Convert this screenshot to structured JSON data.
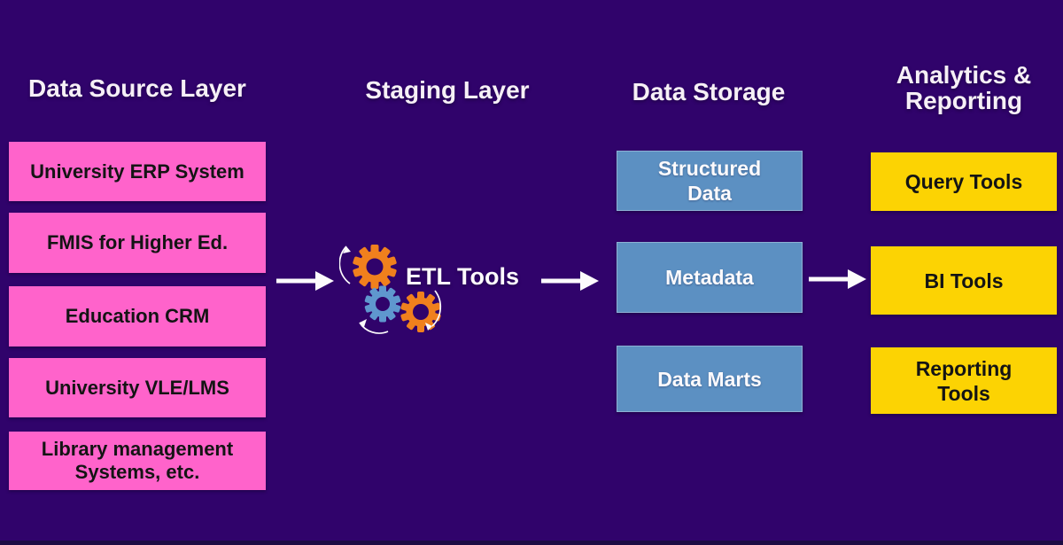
{
  "colors": {
    "background": "#30036B",
    "pink_box": "#FF63CB",
    "blue_box": "#5C90C2",
    "yellow_box": "#FCD303",
    "gear_orange": "#F0801D",
    "gear_blue": "#5F97CE",
    "heading_text": "#F6F0F6",
    "dark_text": "#141414",
    "arrow": "#FCFAFC",
    "bottom_strip": "#1C0C44"
  },
  "source": {
    "heading": "Data Source Layer",
    "items": [
      "University ERP System",
      "FMIS for Higher Ed.",
      "Education CRM",
      "University VLE/LMS",
      "Library management Systems, etc."
    ]
  },
  "staging": {
    "heading": "Staging Layer",
    "etl_label": "ETL Tools",
    "icon": "gears-icon"
  },
  "storage": {
    "heading": "Data Storage",
    "items": [
      "Structured Data",
      "Metadata",
      "Data Marts"
    ]
  },
  "analytics": {
    "heading_line1": "Analytics &",
    "heading_line2": "Reporting",
    "items": [
      "Query Tools",
      "BI Tools",
      "Reporting Tools"
    ]
  }
}
